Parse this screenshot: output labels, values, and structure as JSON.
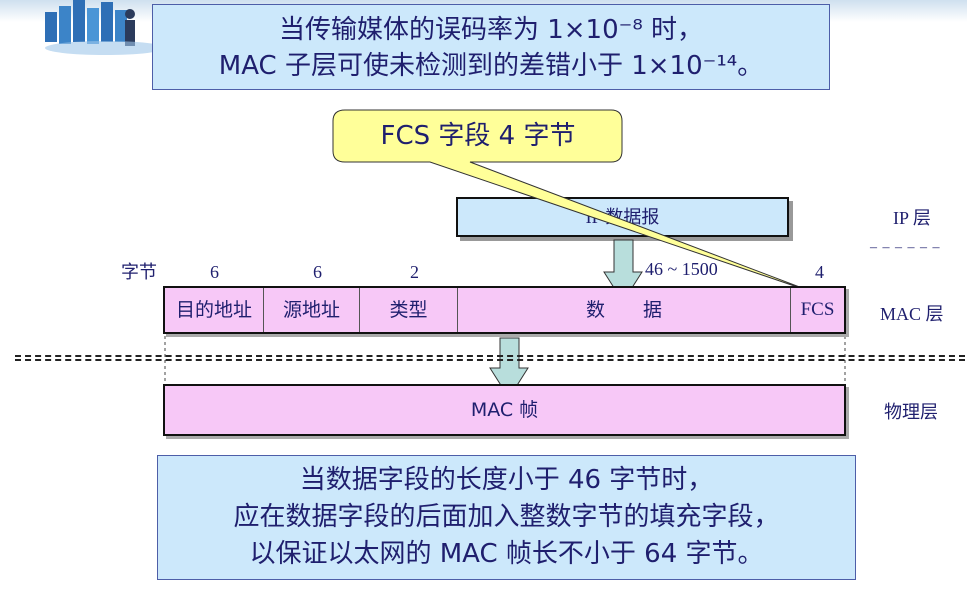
{
  "top_note": {
    "line1": "当传输媒体的误码率为 1×10⁻⁸ 时，",
    "line2": "MAC 子层可使未检测到的差错小于 1×10⁻¹⁴。"
  },
  "callout": {
    "text": "FCS 字段 4 字节"
  },
  "ip_box": {
    "text": "IP 数据报"
  },
  "layers": {
    "ip": "IP 层",
    "mac": "MAC 层",
    "physical": "物理层",
    "separator": "– – – – – –"
  },
  "byte_label": "字节",
  "field_sizes": [
    "6",
    "6",
    "2",
    "46 ~ 1500",
    "4"
  ],
  "fields": [
    "目的地址",
    "源地址",
    "类型",
    "数　　据",
    "FCS"
  ],
  "mac_frame": {
    "text": "MAC 帧"
  },
  "bottom_note": {
    "line1": "当数据字段的长度小于 46 字节时，",
    "line2": "应在数据字段的后面加入整数字节的填充字段，",
    "line3": "以保证以太网的 MAC 帧长不小于 64 字节。"
  },
  "colors": {
    "note_fill": "#cce8fb",
    "frame_fill": "#f7c8f7",
    "callout_fill": "#ffff99",
    "arrow_fill": "#b8dedc",
    "text": "#1f1f6e"
  }
}
